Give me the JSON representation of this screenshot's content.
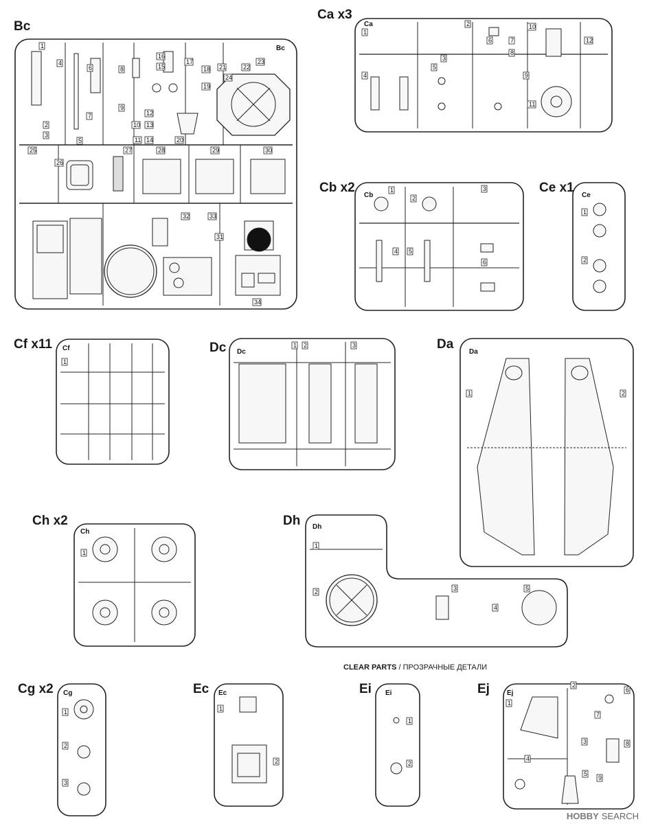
{
  "sprues": {
    "bc": {
      "title": "Bc",
      "code": "Bc",
      "numbers": [
        "1",
        "2",
        "3",
        "4",
        "5",
        "6",
        "7",
        "8",
        "9",
        "10",
        "11",
        "12",
        "13",
        "14",
        "15",
        "16",
        "17",
        "18",
        "19",
        "20",
        "21",
        "22",
        "23",
        "24",
        "25",
        "26",
        "27",
        "28",
        "29",
        "30",
        "31",
        "32",
        "33",
        "34"
      ]
    },
    "ca": {
      "title": "Ca x3",
      "code": "Ca",
      "numbers": [
        "1",
        "2",
        "3",
        "4",
        "5",
        "6",
        "7",
        "8",
        "9",
        "10",
        "11",
        "12"
      ]
    },
    "cb": {
      "title": "Cb x2",
      "code": "Cb",
      "numbers": [
        "1",
        "2",
        "3",
        "4",
        "5",
        "6"
      ]
    },
    "ce": {
      "title": "Ce x1",
      "code": "Ce",
      "numbers": [
        "1",
        "2"
      ]
    },
    "cf": {
      "title": "Cf x11",
      "code": "Cf",
      "numbers": [
        "1"
      ]
    },
    "dc": {
      "title": "Dc",
      "code": "Dc",
      "numbers": [
        "1",
        "2",
        "3"
      ]
    },
    "da": {
      "title": "Da",
      "code": "Da",
      "numbers": [
        "1",
        "2"
      ]
    },
    "ch": {
      "title": "Ch x2",
      "code": "Ch",
      "numbers": [
        "1"
      ]
    },
    "dh": {
      "title": "Dh",
      "code": "Dh",
      "numbers": [
        "1",
        "2",
        "3",
        "4",
        "5"
      ]
    },
    "cg": {
      "title": "Cg x2",
      "code": "Cg",
      "numbers": [
        "1",
        "2",
        "3"
      ]
    },
    "ec": {
      "title": "Ec",
      "code": "Ec",
      "numbers": [
        "1",
        "2"
      ]
    },
    "ei": {
      "title": "Ei",
      "code": "Ei",
      "numbers": [
        "1",
        "2"
      ]
    },
    "ej": {
      "title": "Ej",
      "code": "Ej",
      "numbers": [
        "1",
        "2",
        "3",
        "4",
        "5",
        "6",
        "7",
        "8",
        "9"
      ]
    }
  },
  "clear_parts": {
    "en": "CLEAR PARTS",
    "separator": "/",
    "ru": "ПРОЗРАЧНЫЕ ДЕТАЛИ"
  },
  "watermark": {
    "logo": "HOBBY",
    "text": "SEARCH"
  },
  "colors": {
    "line": "#222222",
    "fill": "#f7f7f7",
    "dark": "#111111"
  }
}
